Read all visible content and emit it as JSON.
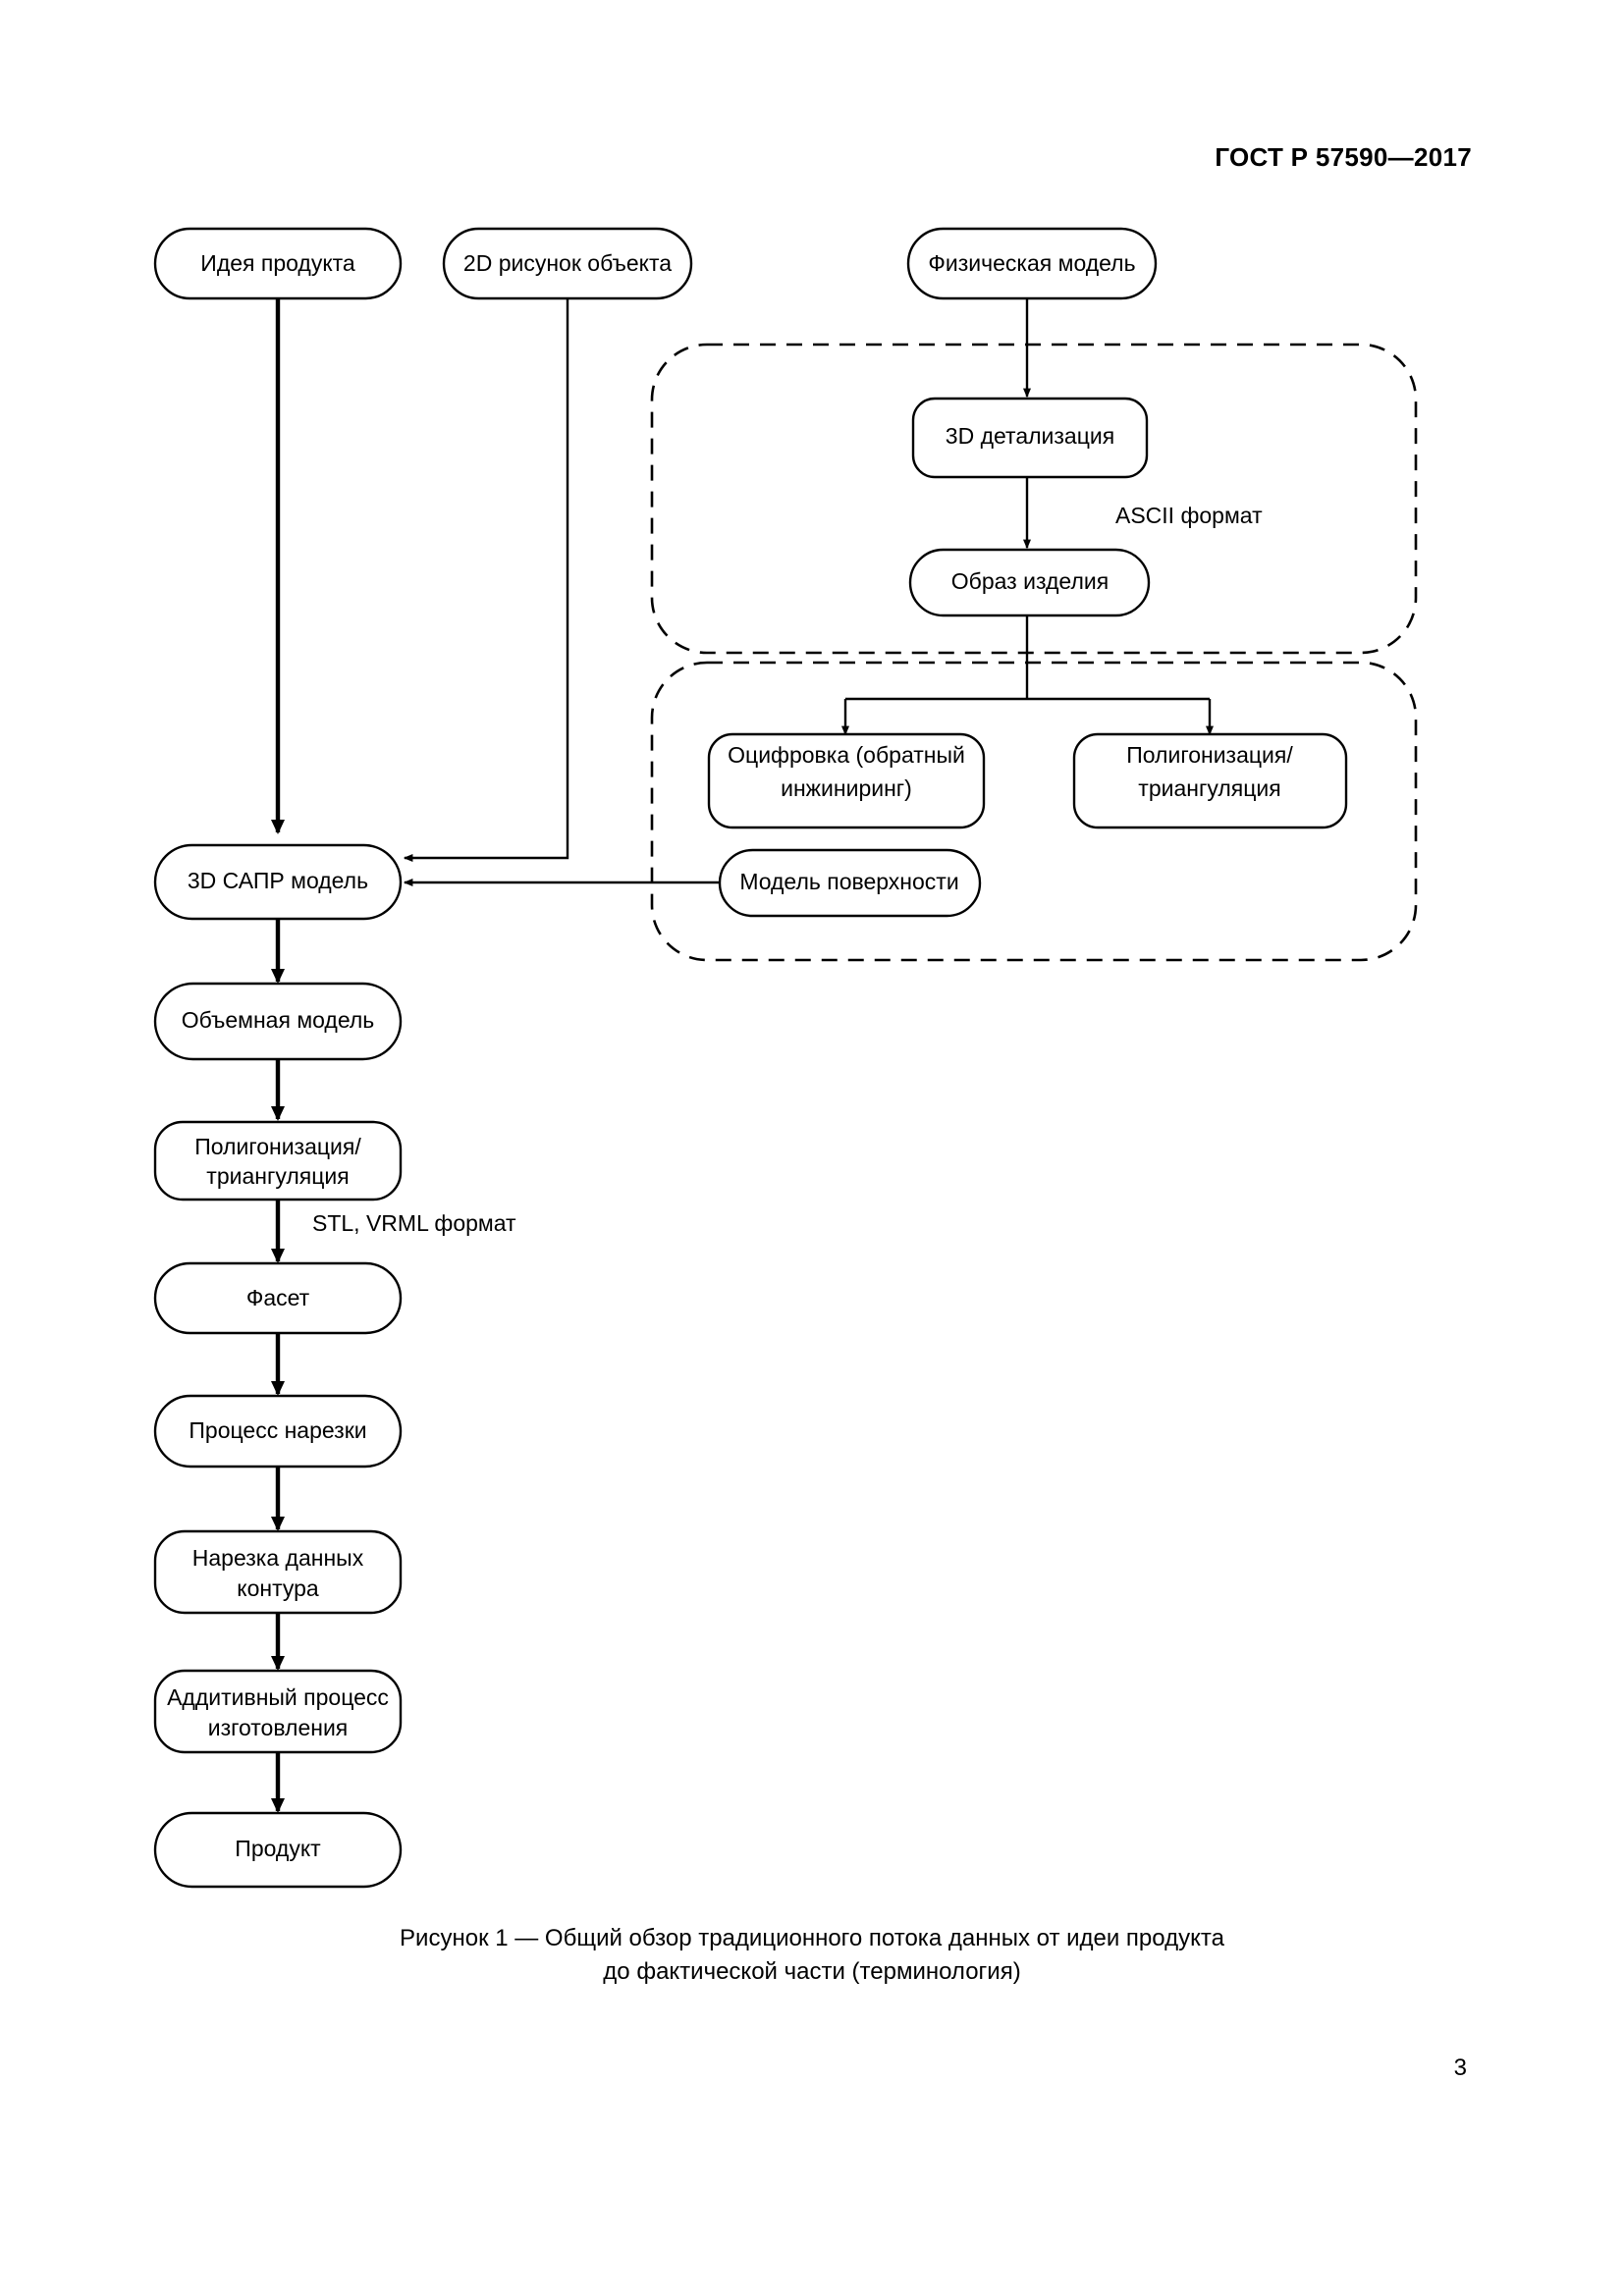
{
  "document": {
    "standard_header": "ГОСТ Р 57590—2017",
    "page_number": "3",
    "figure_caption_line1": "Рисунок 1 — Общий обзор традиционного потока данных от идеи продукта",
    "figure_caption_line2": "до фактической части (терминология)"
  },
  "diagram": {
    "nodes": {
      "product_idea": "Идея продукта",
      "drawing_2d": "2D рисунок объекта",
      "physical_model": "Физическая модель",
      "detailing_3d": "3D детализация",
      "product_image": "Образ изделия",
      "digitizing_line1": "Оцифровка (обратный",
      "digitizing_line2": "инжиниринг)",
      "polygonization_right_line1": "Полигонизация/",
      "polygonization_right_line2": "триангуляция",
      "surface_model": "Модель поверхности",
      "cad_model_3d": "3D САПР модель",
      "solid_model": "Объемная модель",
      "polygonization_left_line1": "Полигонизация/",
      "polygonization_left_line2": "триангуляция",
      "facet": "Фасет",
      "slicing_process": "Процесс нарезки",
      "slice_contour_line1": "Нарезка данных",
      "slice_contour_line2": "контура",
      "additive_process_line1": "Аддитивный процесс",
      "additive_process_line2": "изготовления",
      "product": "Продукт"
    },
    "edge_labels": {
      "ascii_format": "ASCII формат",
      "stl_vrml_format": "STL, VRML формат"
    },
    "colors": {
      "stroke": "#000000",
      "fill": "#ffffff",
      "text": "#000000"
    }
  }
}
